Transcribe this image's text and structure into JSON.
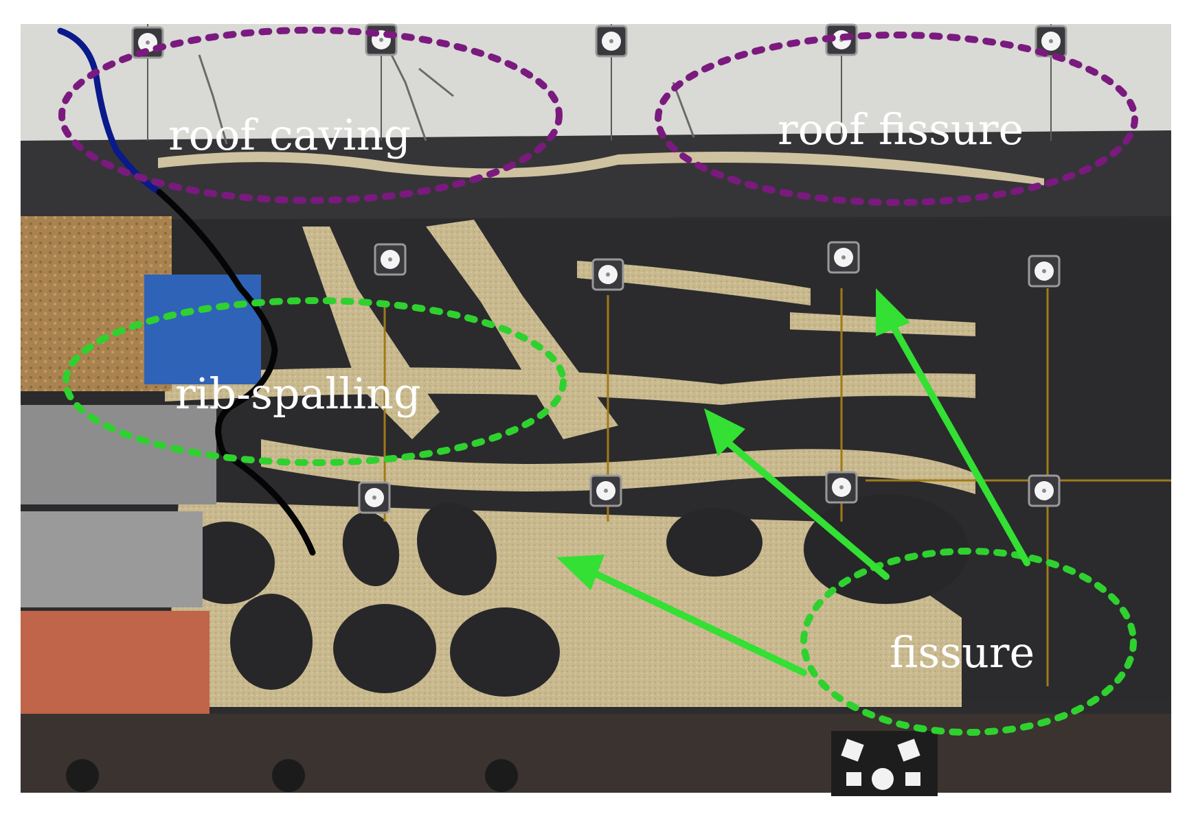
{
  "annotations": {
    "roof_caving": "roof caving",
    "roof_fissure": "roof fissure",
    "rib_spalling": "rib-spalling",
    "fissure": "fissure"
  },
  "colors": {
    "roof_zone": "#7a1a7e",
    "rib_zone": "#2fd12f",
    "arrow": "#33e033",
    "boundary_upper": "#0a1a8a",
    "boundary_lower": "#050505",
    "coal": "#2a2a2c",
    "filler": "#c9b98f",
    "concrete": "#d8d8d6"
  },
  "icons": [
    "marker-target-icon",
    "checkerboard-target-icon"
  ]
}
